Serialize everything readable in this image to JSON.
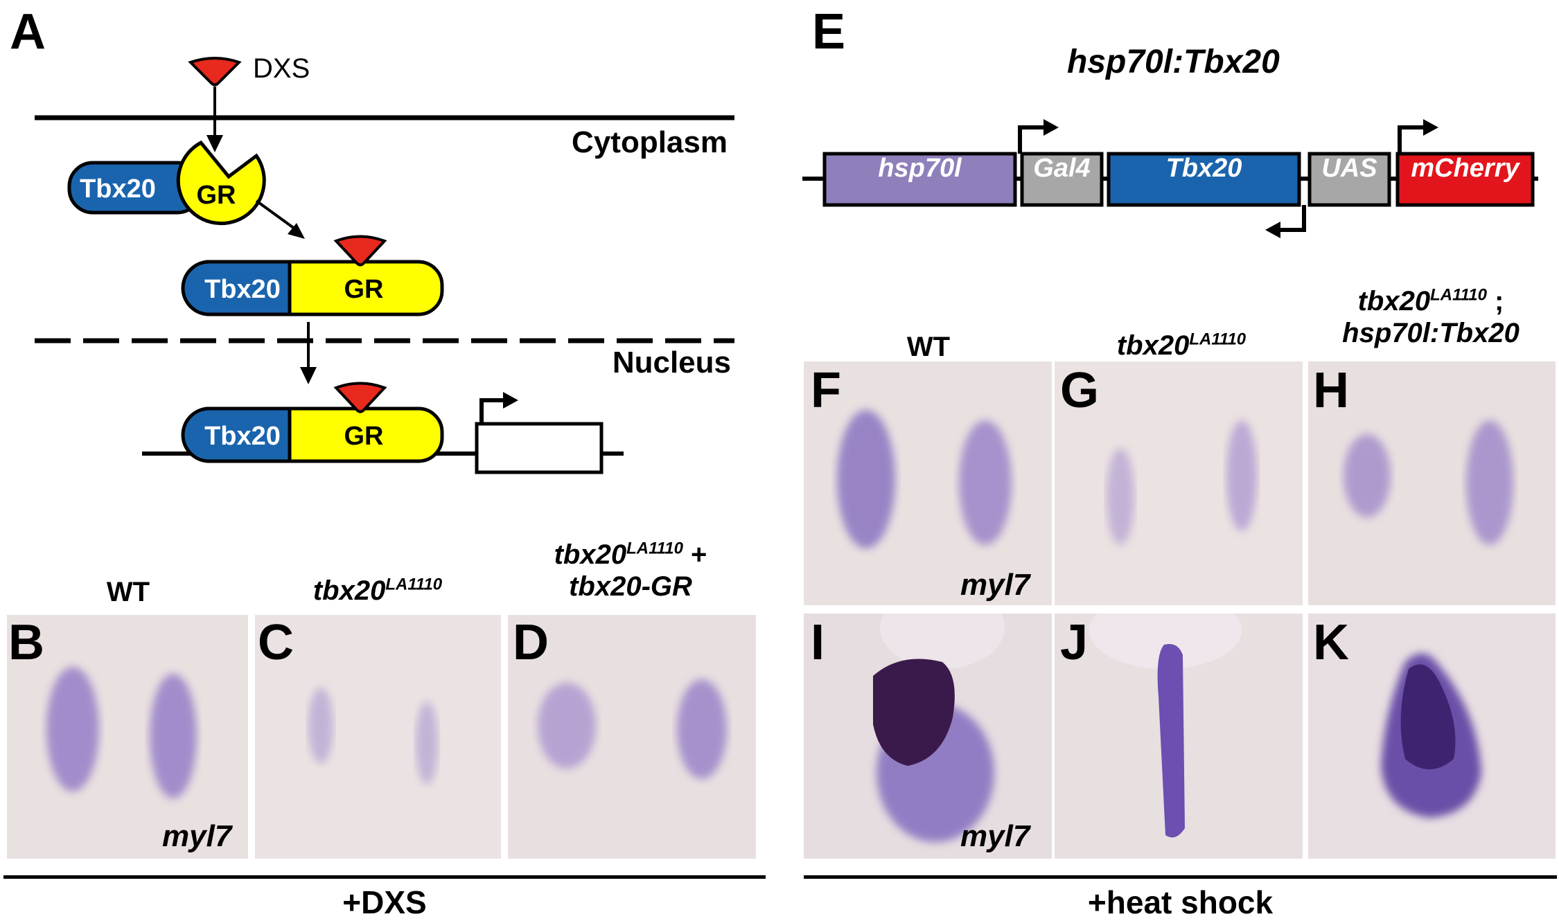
{
  "panel_a": {
    "label": "A",
    "ligand": "DXS",
    "cytoplasm": "Cytoplasm",
    "nucleus": "Nucleus",
    "tbx20": "Tbx20",
    "gr": "GR"
  },
  "panel_e": {
    "label": "E",
    "title": "hsp70l:Tbx20",
    "segments": [
      {
        "text": "hsp70l",
        "color": "#8f7fba"
      },
      {
        "text": "Gal4",
        "color": "#a7a7a7"
      },
      {
        "text": "Tbx20",
        "color": "#1a64ad"
      },
      {
        "text": "UAS",
        "color": "#a7a7a7"
      },
      {
        "text": "mCherry",
        "color": "#e3151c"
      }
    ]
  },
  "dxs_set": {
    "headers": {
      "wt": "WT",
      "mut": {
        "base": "tbx20",
        "sup": "LA1110"
      },
      "rescue": {
        "base": "tbx20",
        "sup": "LA1110",
        "suffix": " +",
        "line2": "tbx20-GR"
      }
    },
    "panels": [
      "B",
      "C",
      "D"
    ],
    "gene": "myl7",
    "condition": "+DXS"
  },
  "hs_set": {
    "headers": {
      "wt": "WT",
      "mut": {
        "base": "tbx20",
        "sup": "LA1110"
      },
      "rescue": {
        "base": "tbx20",
        "sup": "LA1110",
        "suffix": " ;",
        "line2": "hsp70l:Tbx20"
      }
    },
    "row1_panels": [
      "F",
      "G",
      "H"
    ],
    "row2_panels": [
      "I",
      "J",
      "K"
    ],
    "gene": "myl7",
    "condition": "+heat shock"
  },
  "colors": {
    "gr_yellow": "#ffff00",
    "tbx20_blue": "#1a64ad",
    "ligand_red": "#e8291e",
    "embryo_bg": "#e9e0e0",
    "stain_purple": "#7a5cb8",
    "stain_dark": "#3a1a4a"
  }
}
